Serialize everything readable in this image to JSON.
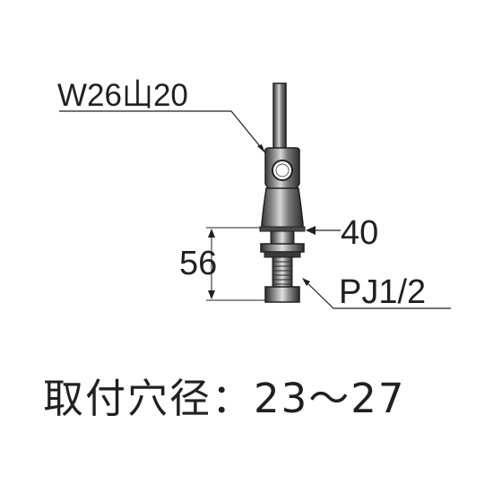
{
  "labels": {
    "thread_spec": "W26山20",
    "width_dim": "40",
    "height_dim": "56",
    "pipe_thread": "PJ1/2"
  },
  "spec": {
    "mounting_hole": "取付穴径：23〜27"
  },
  "colors": {
    "line": "#231f20",
    "body_fill": "#6e6e6e",
    "body_dark": "#2a2a2a",
    "body_light": "#bdbdbd",
    "background": "#ffffff"
  }
}
